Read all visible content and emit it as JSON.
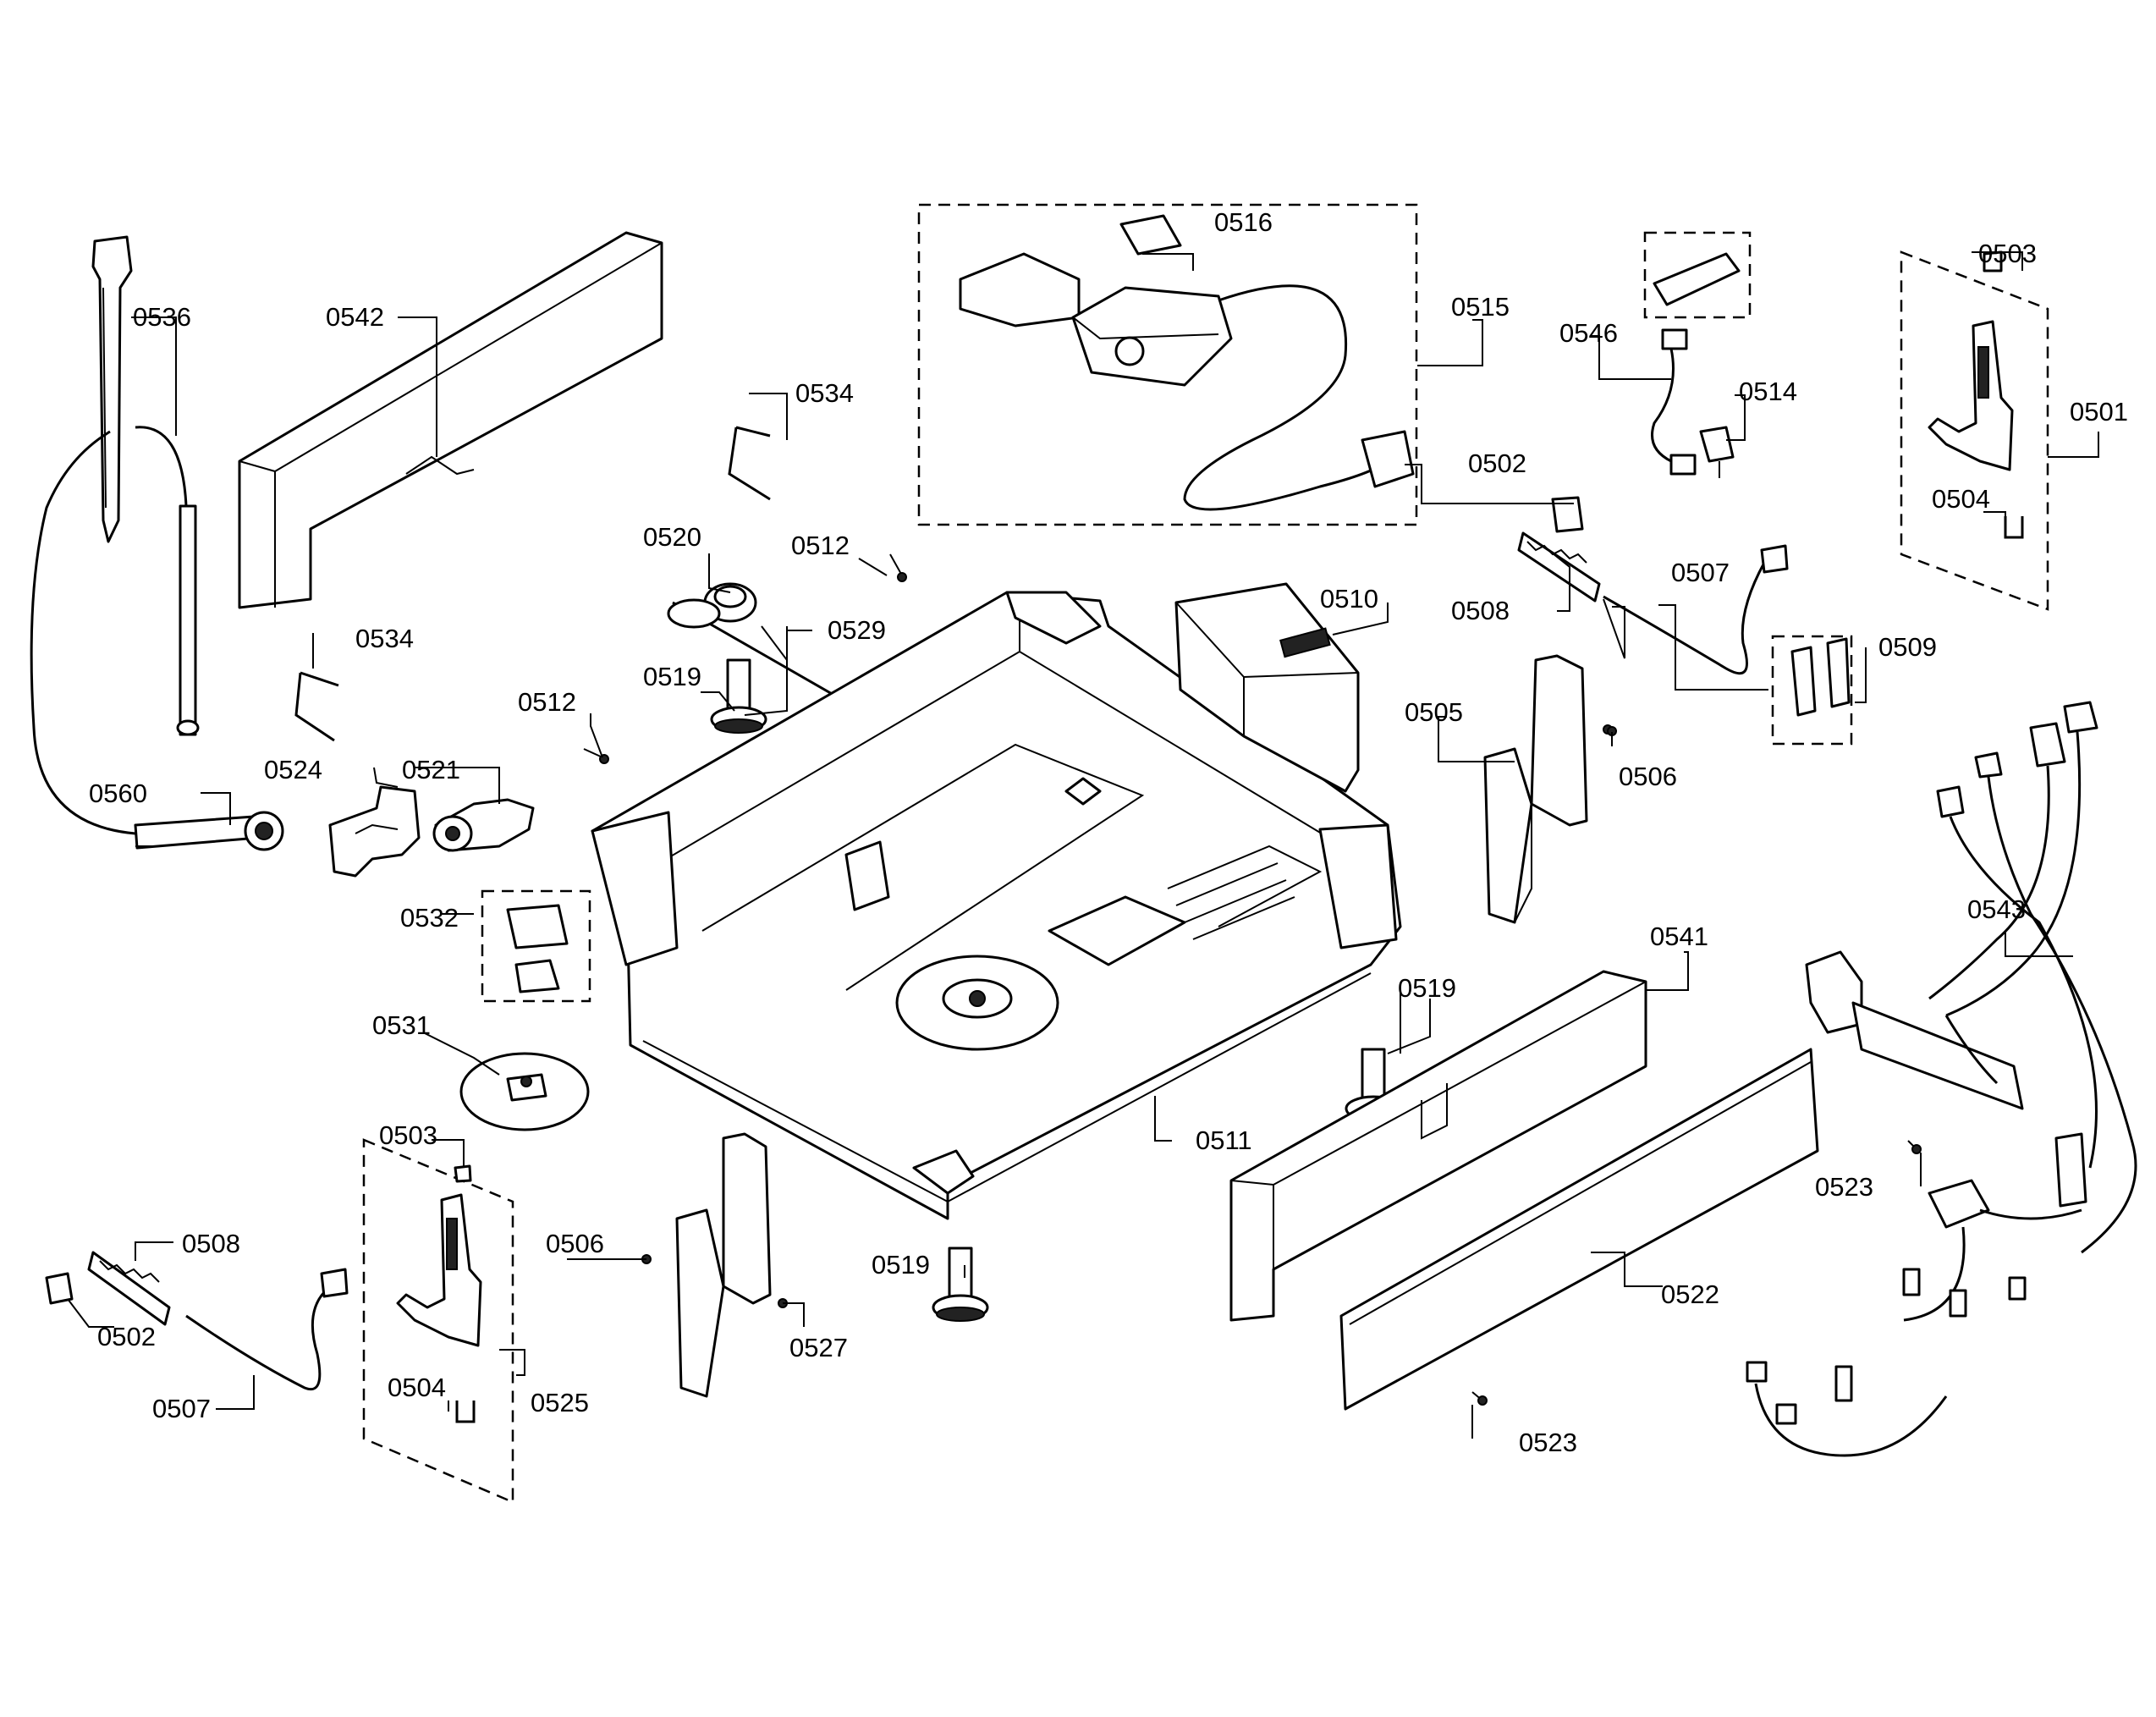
{
  "diagram": {
    "callouts": {
      "c0501": "0501",
      "c0502a": "0502",
      "c0502b": "0502",
      "c0503a": "0503",
      "c0503b": "0503",
      "c0504a": "0504",
      "c0504b": "0504",
      "c0505": "0505",
      "c0506a": "0506",
      "c0506b": "0506",
      "c0507a": "0507",
      "c0507b": "0507",
      "c0508a": "0508",
      "c0508b": "0508",
      "c0509": "0509",
      "c0510": "0510",
      "c0511": "0511",
      "c0512a": "0512",
      "c0512b": "0512",
      "c0514": "0514",
      "c0515": "0515",
      "c0516": "0516",
      "c0519a": "0519",
      "c0519b": "0519",
      "c0519c": "0519",
      "c0520": "0520",
      "c0521": "0521",
      "c0522": "0522",
      "c0523a": "0523",
      "c0523b": "0523",
      "c0524": "0524",
      "c0525": "0525",
      "c0527": "0527",
      "c0529": "0529",
      "c0531": "0531",
      "c0532": "0532",
      "c0534a": "0534",
      "c0534b": "0534",
      "c0536": "0536",
      "c0541": "0541",
      "c0542": "0542",
      "c0543": "0543",
      "c0546": "0546",
      "c0560": "0560"
    }
  }
}
